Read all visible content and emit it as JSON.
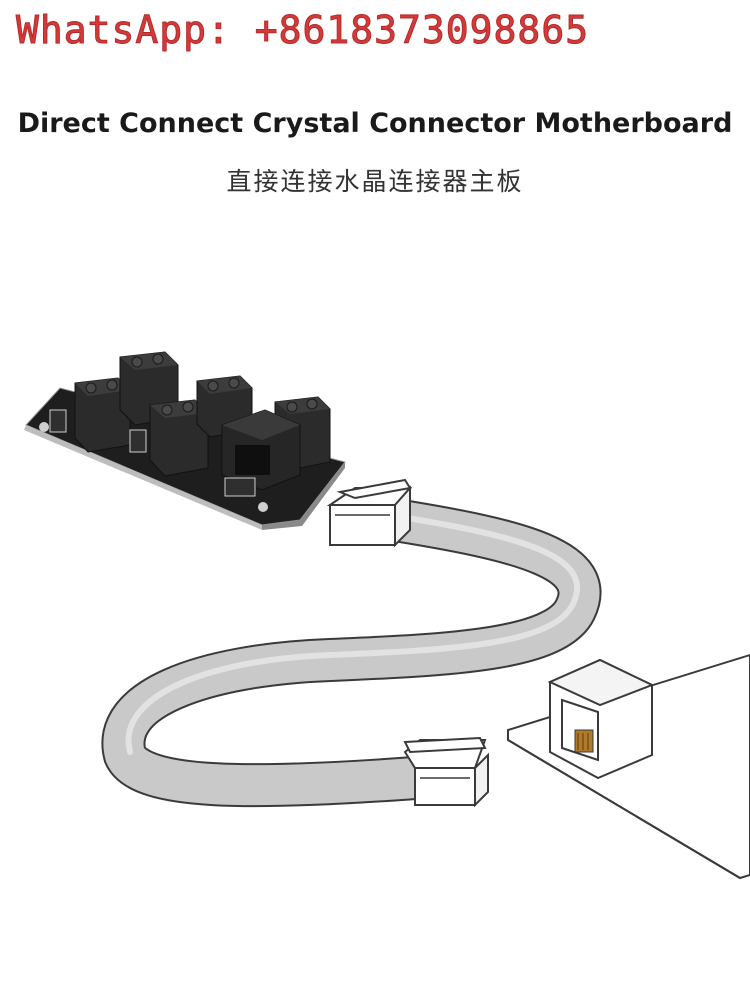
{
  "watermark": "WhatsApp: +8618373098865",
  "title": "Direct Connect Crystal Connector Motherboard",
  "subtitle": "直接连接水晶连接器主板",
  "colors": {
    "watermark": "#d33a3a",
    "pcb": "#1e1e1e",
    "terminal": "#2a2a2a",
    "cable": "#c9c9c9",
    "outline": "#3a3a3a"
  }
}
